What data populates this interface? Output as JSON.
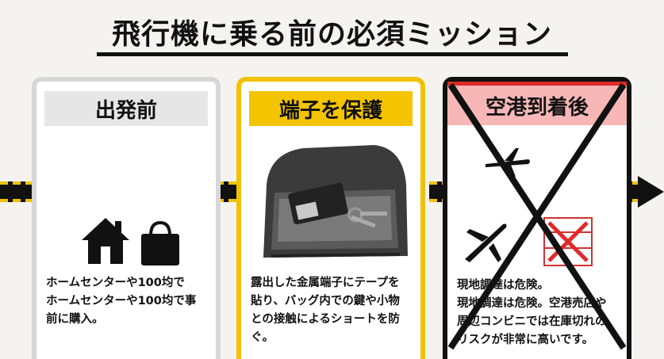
{
  "title": "飛行機に乗る前の必須ミッション",
  "cards": [
    {
      "heading": "出発前",
      "icons": [
        "house-icon",
        "shopping-bag-icon"
      ],
      "lines": [
        "ホームセンターや100均で",
        "ホームセンターや100均で事",
        "前に購入。"
      ]
    },
    {
      "heading": "端子を保護",
      "image": "backpack-with-battery-and-keys",
      "lines": [
        "露出した金属端子にテープを",
        "貼り、バッグ内での鍵や小物",
        "との接触によるショートを防",
        "ぐ。"
      ]
    },
    {
      "heading": "空港到着後",
      "icons": [
        "airplane-icon",
        "airplane-icon",
        "store-shelf-icon"
      ],
      "crossed": true,
      "lines": [
        "現地調達は危険。",
        "現地調達は危険。空港売店や",
        "周辺コンビニでは在庫切れの",
        "リスクが非常に高いです。"
      ]
    }
  ],
  "colors": {
    "accent_yellow": "#f2c200",
    "danger_red": "#e02a2a",
    "neutral_gray": "#d7d7d7",
    "cross_black": "#111111"
  }
}
